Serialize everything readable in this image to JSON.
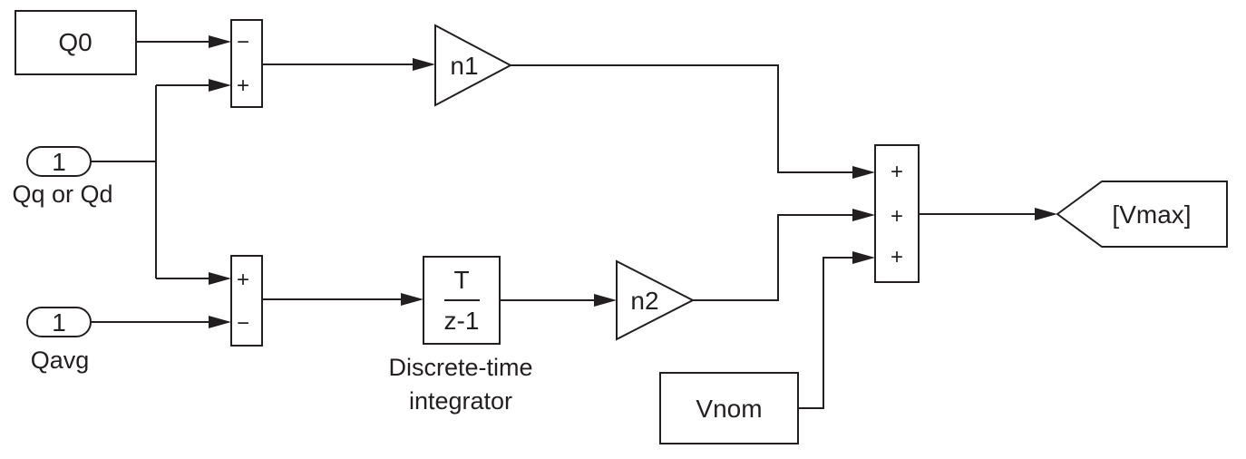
{
  "blocks": {
    "q0": {
      "label": "Q0"
    },
    "inport_q": {
      "number": "1",
      "caption": "Qq or Qd"
    },
    "inport_avg": {
      "number": "1",
      "caption": "Qavg"
    },
    "sum_top": {
      "signs": [
        "−",
        "+"
      ]
    },
    "sum_bottom": {
      "signs": [
        "+",
        "−"
      ]
    },
    "gain_n1": {
      "label": "n1"
    },
    "gain_n2": {
      "label": "n2"
    },
    "integrator": {
      "numerator": "T",
      "denominator": "z-1",
      "caption_line1": "Discrete-time",
      "caption_line2": "integrator"
    },
    "sum_out": {
      "signs": [
        "+",
        "+",
        "+"
      ]
    },
    "vnom": {
      "label": "Vnom"
    },
    "goto_vmax": {
      "label": "[Vmax]"
    }
  },
  "colors": {
    "ink": "#231f20",
    "background": "#ffffff"
  }
}
